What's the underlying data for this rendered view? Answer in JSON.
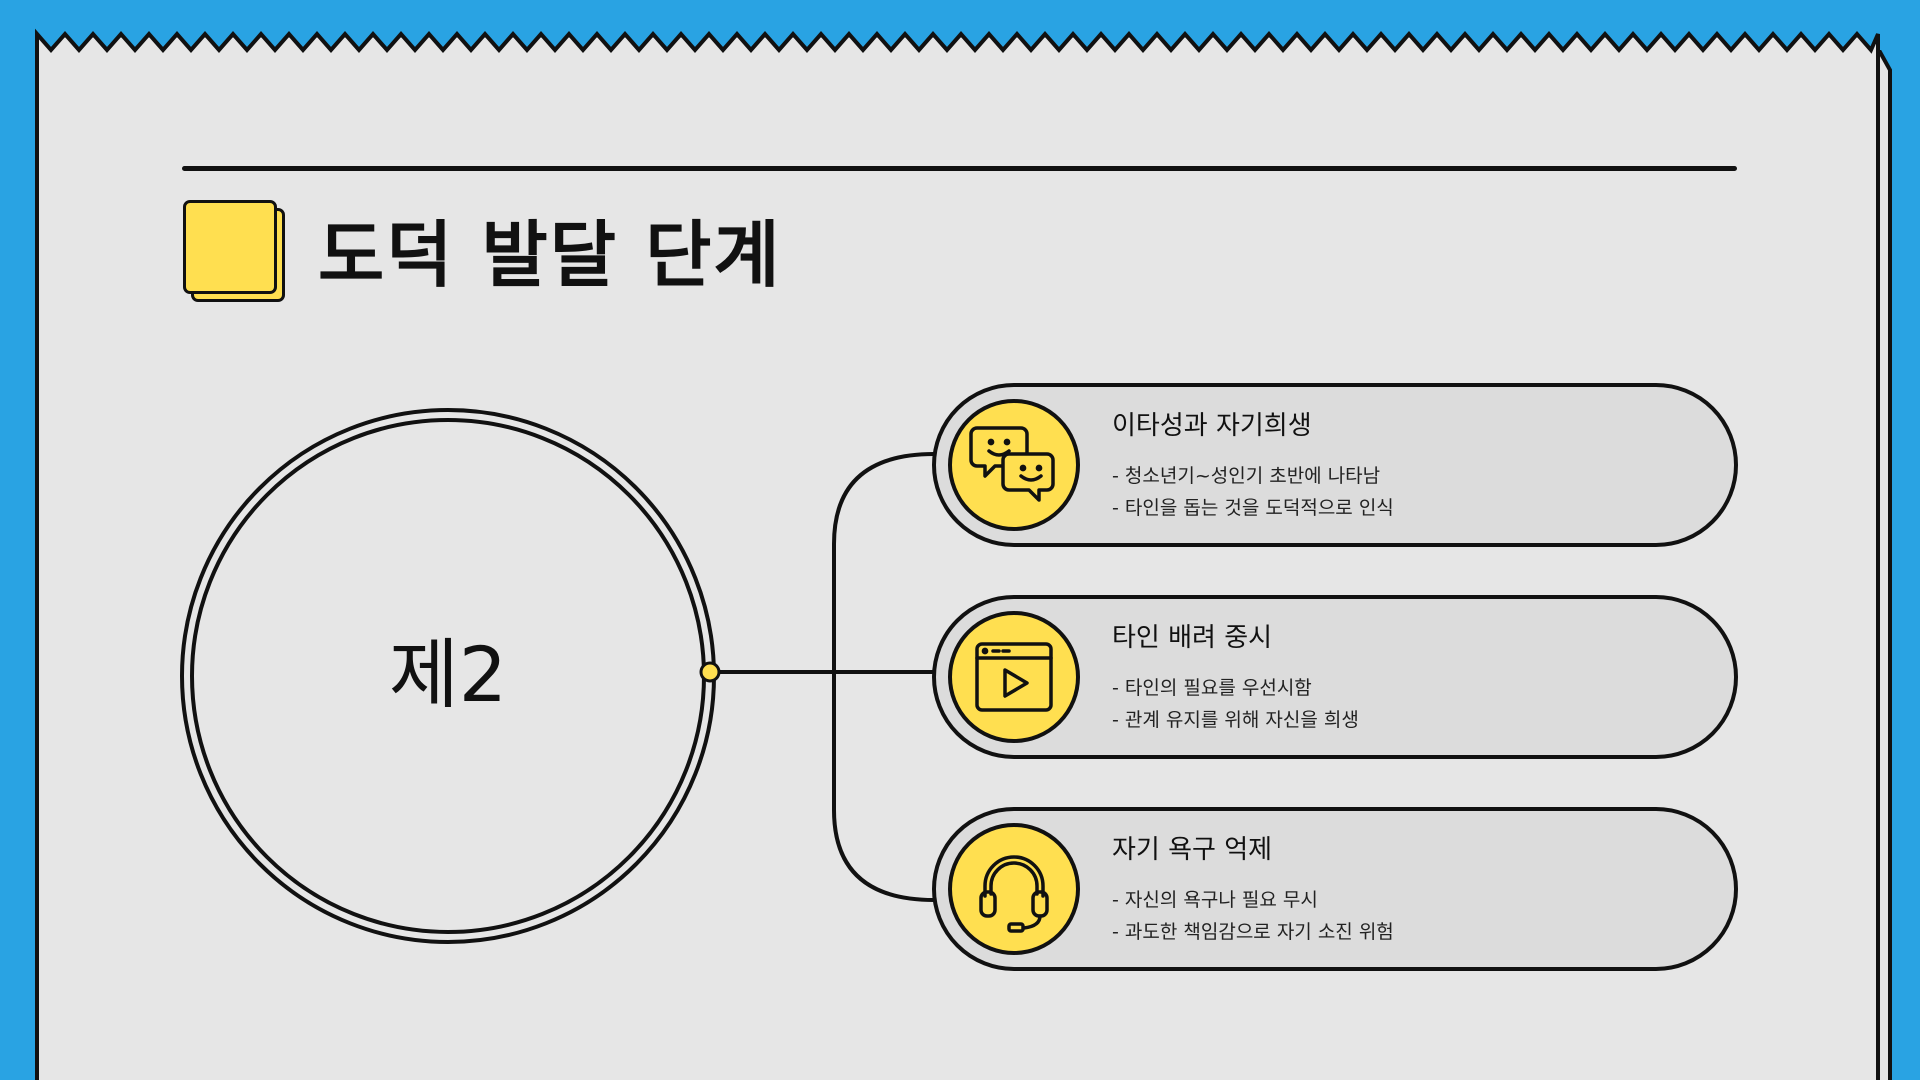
{
  "title": "도덕 발달 단계",
  "stage": "제2",
  "colors": {
    "background": "#29a3e3",
    "paper": "#e6e6e6",
    "accent": "#ffdf50",
    "ink": "#111111",
    "card": "#dcdcdc"
  },
  "items": [
    {
      "icon": "chat-bubbles-icon",
      "title": "이타성과 자기희생",
      "lines": [
        "- 청소년기~성인기 초반에 나타남",
        "- 타인을 돕는 것을 도덕적으로 인식"
      ]
    },
    {
      "icon": "video-player-icon",
      "title": "타인 배려 중시",
      "lines": [
        "- 타인의 필요를 우선시함",
        "- 관계 유지를 위해 자신을 희생"
      ]
    },
    {
      "icon": "headphones-icon",
      "title": "자기 욕구 억제",
      "lines": [
        "- 자신의 욕구나 필요 무시",
        "- 과도한 책임감으로 자기 소진 위험"
      ]
    }
  ]
}
